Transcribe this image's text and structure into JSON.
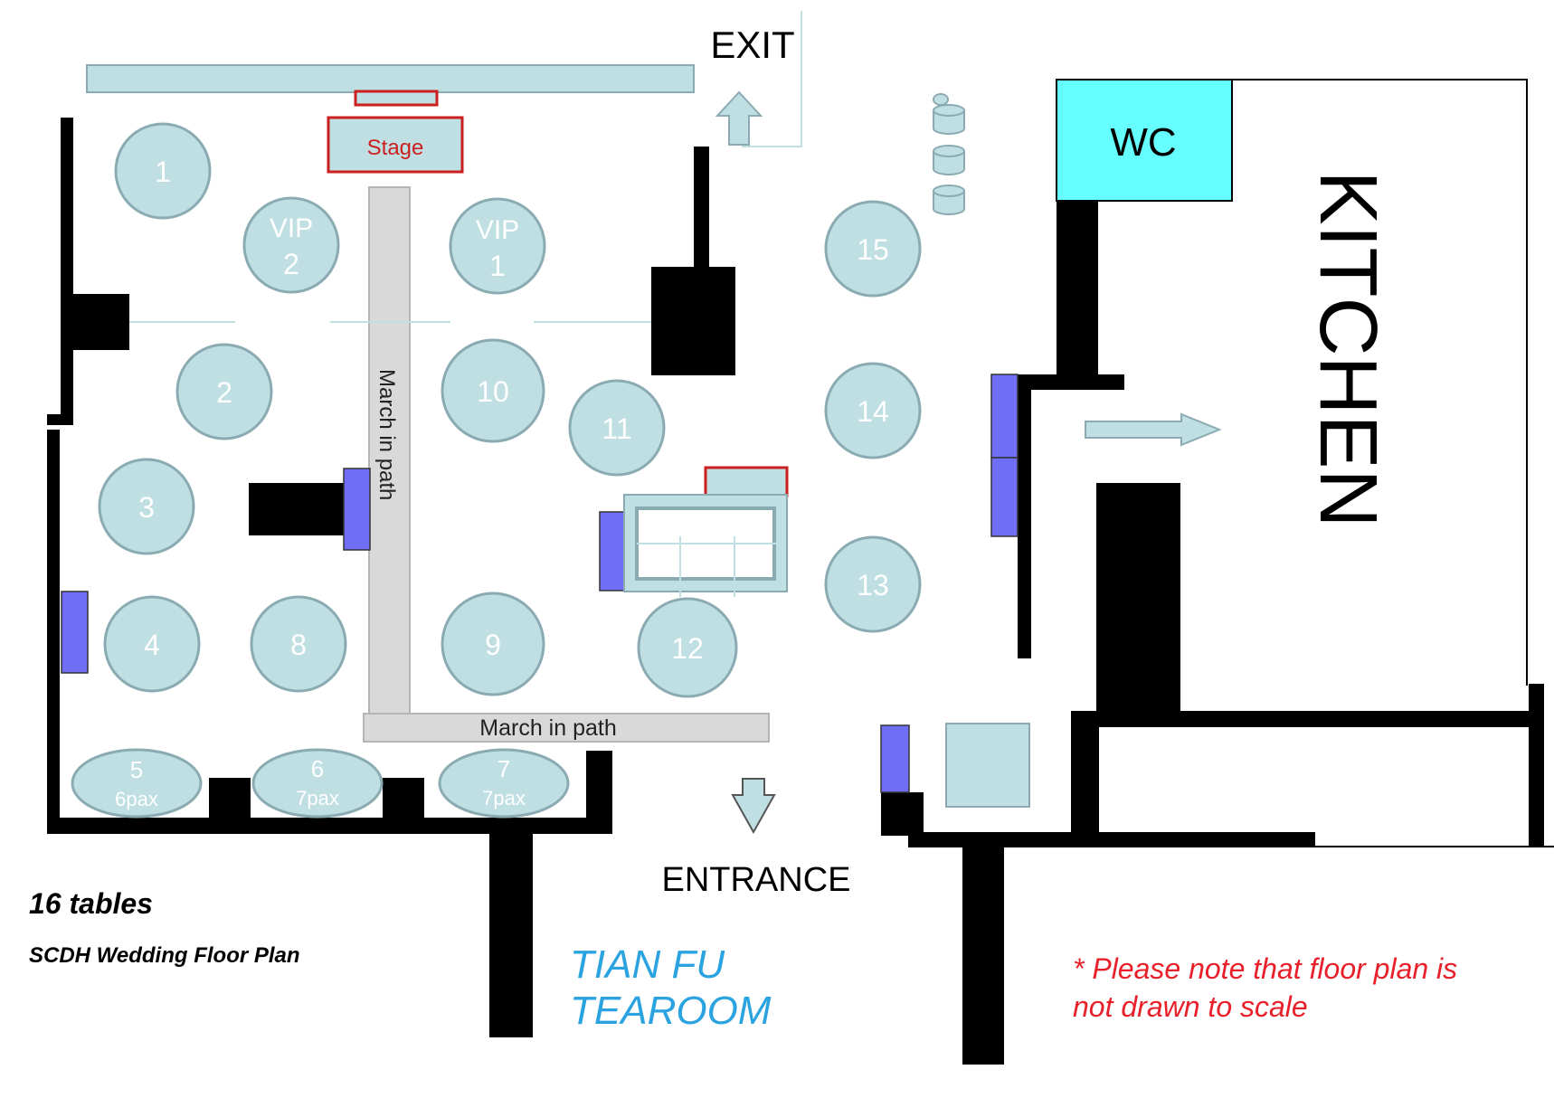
{
  "labels": {
    "exit": "EXIT",
    "stage": "Stage",
    "wc": "WC",
    "kitchen": "KITCHEN",
    "march_in_path": "March in path",
    "entrance": "ENTRANCE",
    "table_count": "16 tables",
    "plan_title": "SCDH Wedding Floor Plan",
    "tearoom_line1": "TIAN FU",
    "tearoom_line2": "TEAROOM",
    "note_line1": "* Please note that floor plan is",
    "note_line2": "not drawn to scale"
  },
  "tables": [
    {
      "line1": "1"
    },
    {
      "line1": "VIP",
      "line2": "2"
    },
    {
      "line1": "VIP",
      "line2": "1"
    },
    {
      "line1": "15"
    },
    {
      "line1": "2"
    },
    {
      "line1": "10"
    },
    {
      "line1": "11"
    },
    {
      "line1": "14"
    },
    {
      "line1": "3"
    },
    {
      "line1": "13"
    },
    {
      "line1": "4"
    },
    {
      "line1": "8"
    },
    {
      "line1": "9"
    },
    {
      "line1": "12"
    },
    {
      "line1": "5",
      "line2": "6pax"
    },
    {
      "line1": "6",
      "line2": "7pax"
    },
    {
      "line1": "7",
      "line2": "7pax"
    }
  ],
  "colors": {
    "table_fill": "#bfdfe3",
    "table_stroke": "#8aabb1",
    "wall": "#000000",
    "blue_block": "#6e6ef7",
    "wc_fill": "#66ffff",
    "stage_red": "#cc1f1f",
    "path_fill": "#d9d9d9",
    "note_red": "#e8202a",
    "tearoom_blue": "#2aa3e0"
  }
}
